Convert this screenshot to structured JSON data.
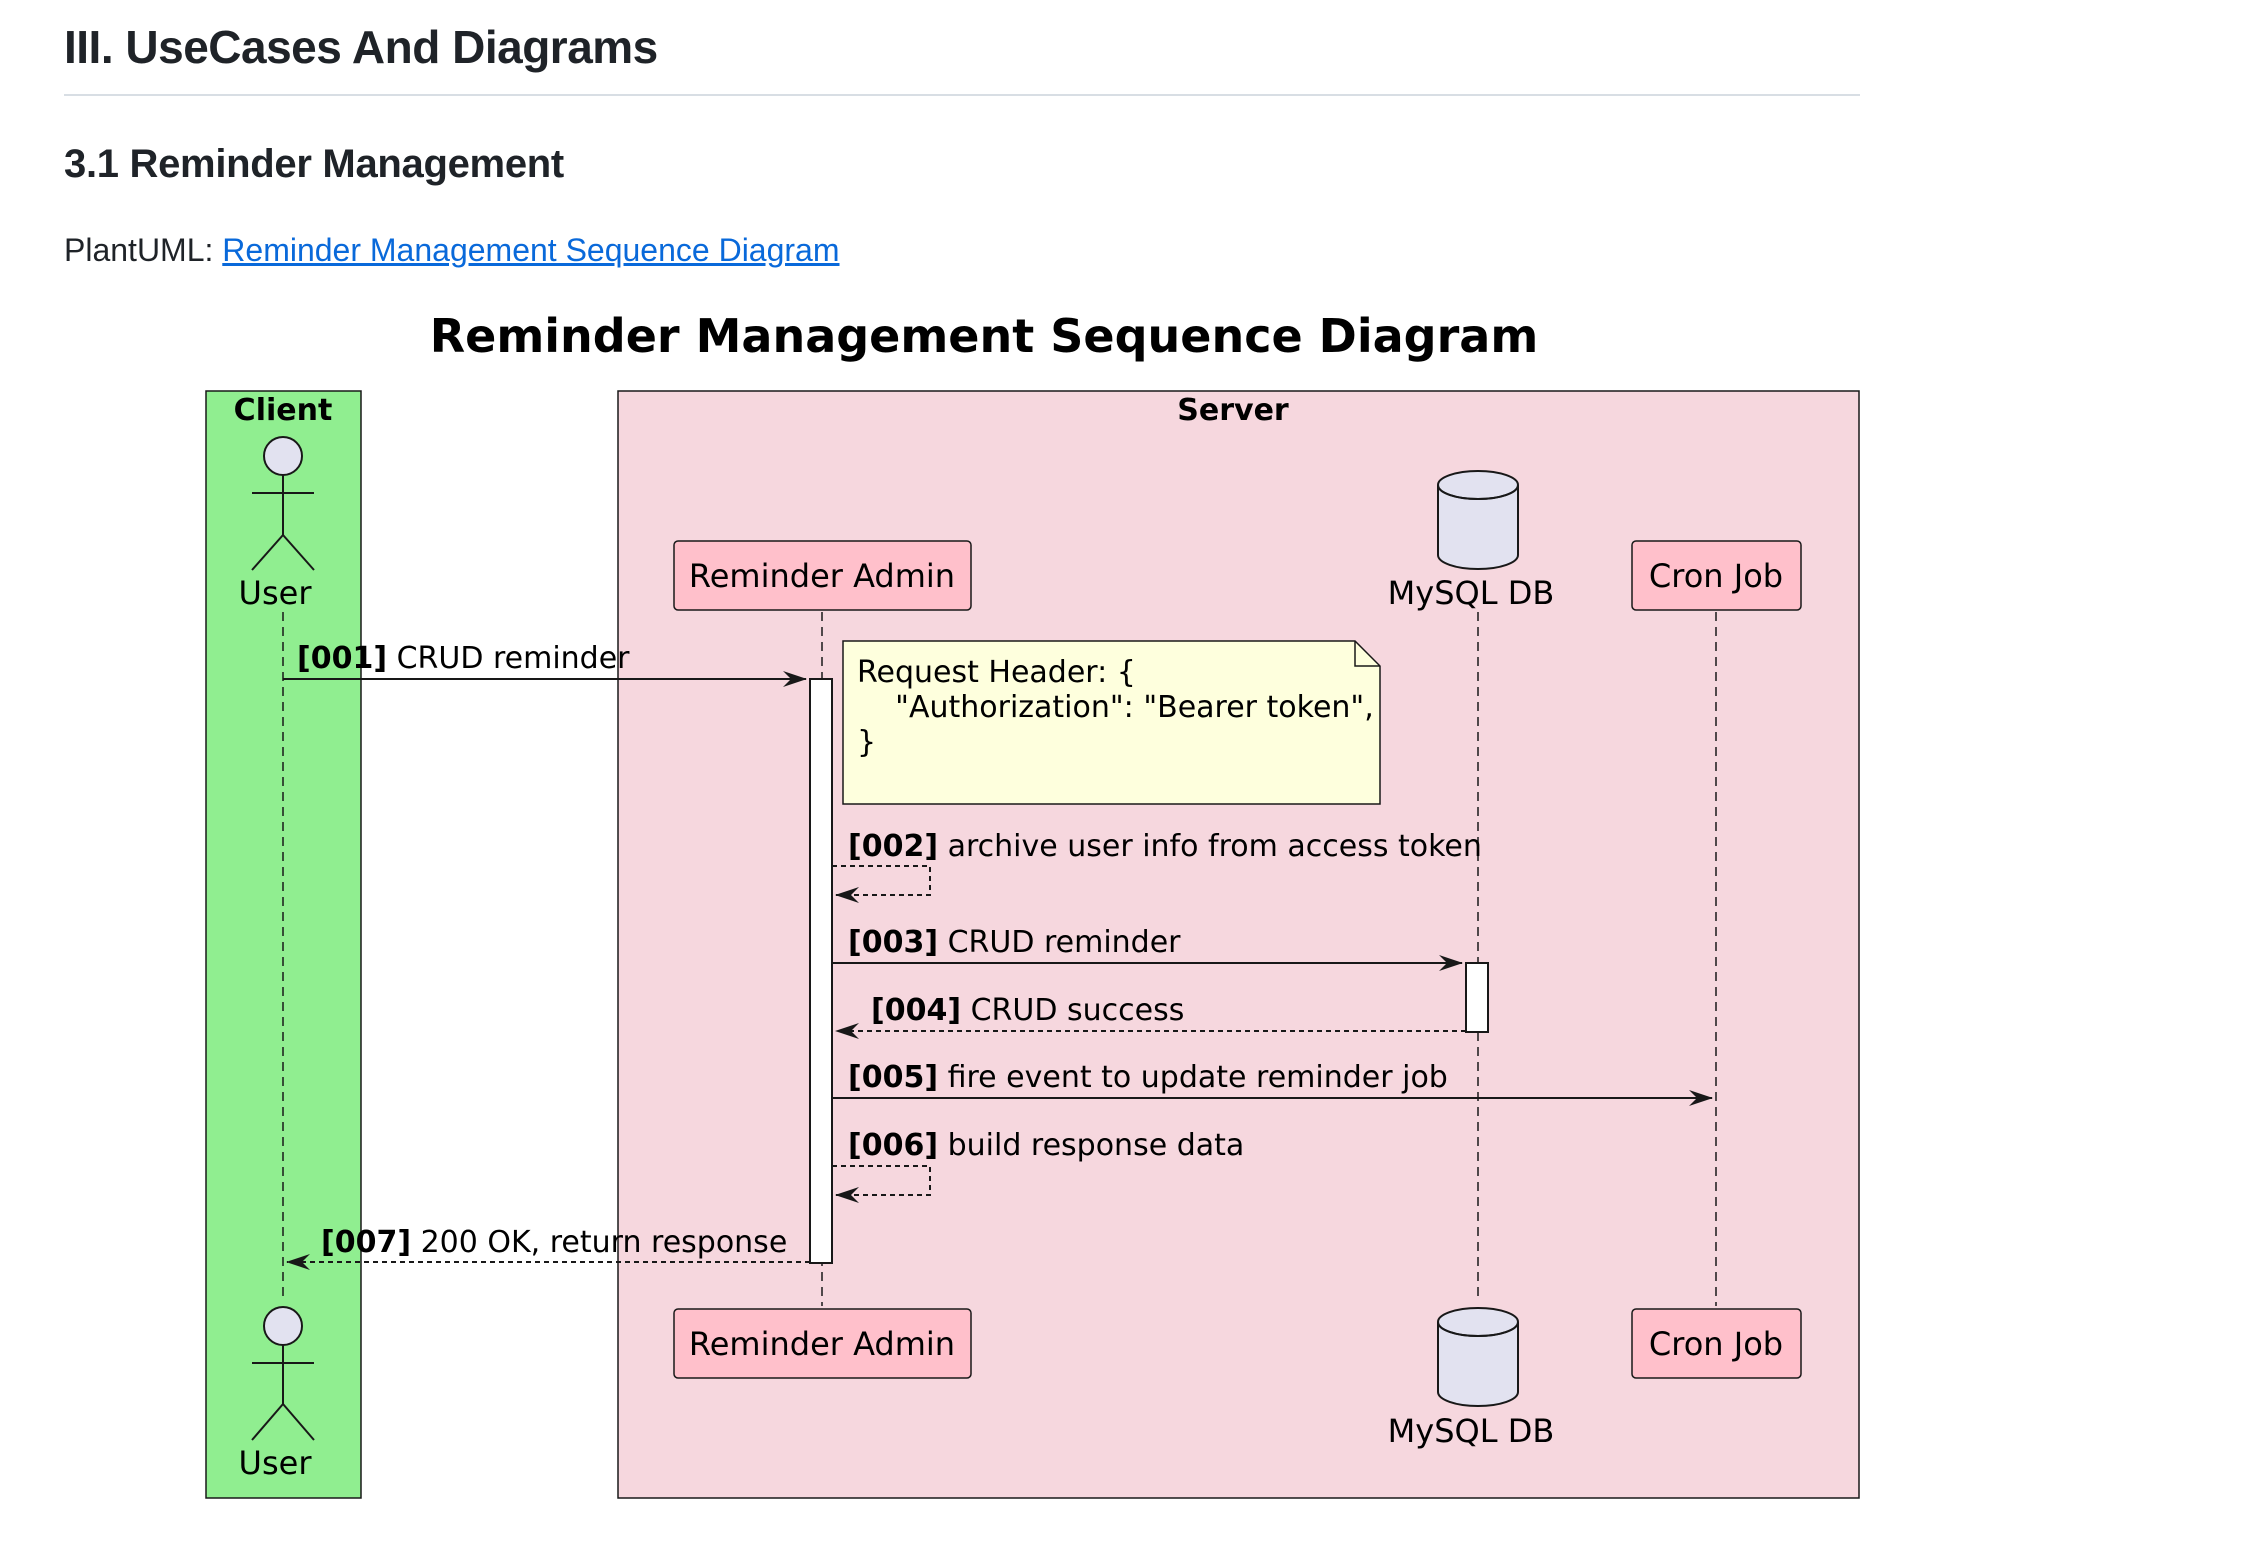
{
  "heading": "III. UseCases And Diagrams",
  "subheading": "3.1 Reminder Management",
  "plantuml": {
    "prefix": "PlantUML:",
    "link_text": "Reminder Management Sequence Diagram"
  },
  "diagram": {
    "title": "Reminder Management Sequence Diagram",
    "boxes": [
      {
        "name": "Client",
        "color": "#90EE90"
      },
      {
        "name": "Server",
        "color": "#F6D7DE"
      }
    ],
    "participants": {
      "user": "User",
      "admin": "Reminder Admin",
      "db": "MySQL DB",
      "cron": "Cron Job"
    },
    "participant_color": "#FFC0CB",
    "note": {
      "lines": [
        "Request Header: {",
        "    \"Authorization\": \"Bearer token\",",
        "}"
      ],
      "color": "#FEFFDD"
    },
    "messages": [
      {
        "num": "[001]",
        "text": "CRUD reminder",
        "from": "User",
        "to": "Reminder Admin",
        "style": "solid"
      },
      {
        "num": "[002]",
        "text": "archive user info from access token",
        "from": "Reminder Admin",
        "to": "Reminder Admin",
        "style": "dashed"
      },
      {
        "num": "[003]",
        "text": "CRUD reminder",
        "from": "Reminder Admin",
        "to": "MySQL DB",
        "style": "solid"
      },
      {
        "num": "[004]",
        "text": "CRUD success",
        "from": "MySQL DB",
        "to": "Reminder Admin",
        "style": "dashed"
      },
      {
        "num": "[005]",
        "text": "fire event to update reminder job",
        "from": "Reminder Admin",
        "to": "Cron Job",
        "style": "solid"
      },
      {
        "num": "[006]",
        "text": "build response data",
        "from": "Reminder Admin",
        "to": "Reminder Admin",
        "style": "dashed"
      },
      {
        "num": "[007]",
        "text": "200 OK, return response",
        "from": "Reminder Admin",
        "to": "User",
        "style": "dashed"
      }
    ]
  }
}
